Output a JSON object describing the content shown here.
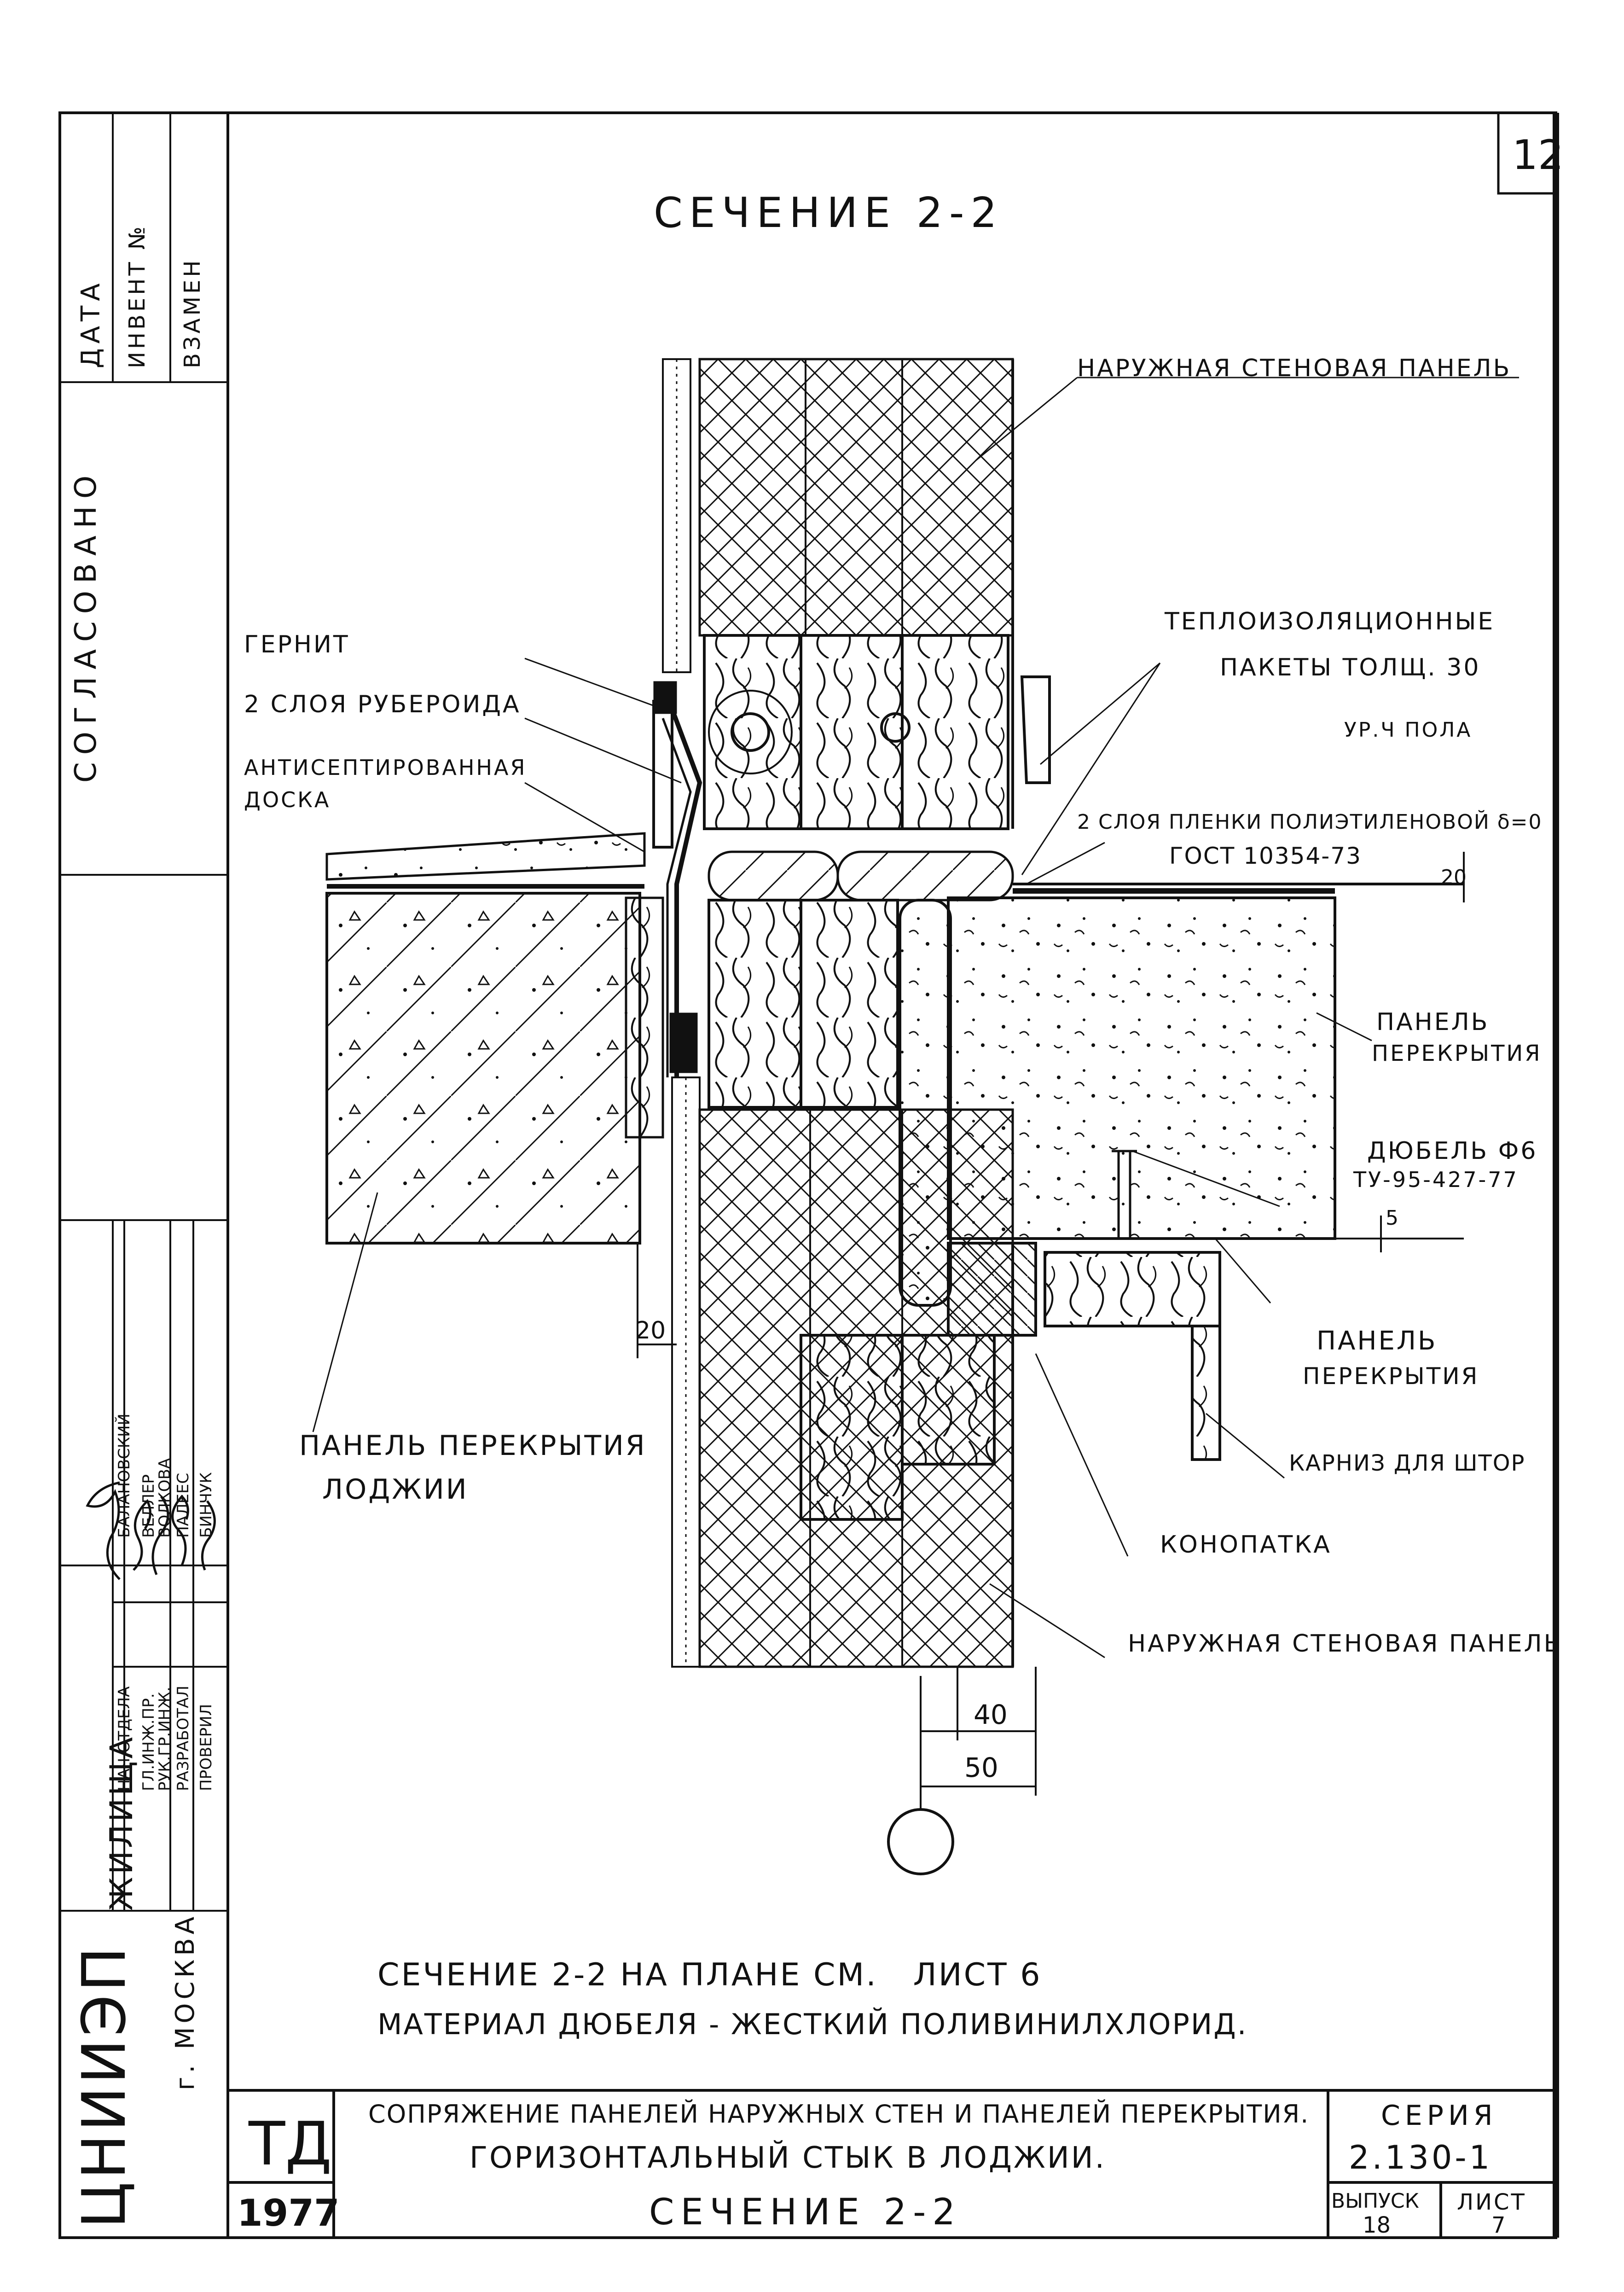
{
  "sheet": {
    "page_number": "12",
    "title": "СЕЧЕНИЕ 2-2"
  },
  "side_stamp": {
    "agreed": "СОГЛАСОВАНО",
    "date": "ДАТА",
    "inventory_no": "ИНВЕНТ №",
    "replaces": "ВЗАМЕН",
    "roles": [
      "НАЧ.ОТДЕЛА",
      "ГЛ.ИНЖ.ПР.",
      "РУК.ГР.ИНЖ.",
      "РАЗРАБОТАЛ",
      "ПРОВЕРИЛ"
    ],
    "names": [
      "БАЛАНОВСКИЙ",
      "ВЕЛЛЕР",
      "ВОЛКОВА",
      "ПАЛЕЕС",
      "БИНЧУК"
    ],
    "org": "ЦНИИЭП",
    "org_suffix": "ЖИЛИЩА",
    "city": "г. МОСКВА"
  },
  "labels": {
    "outer_wall_top": "НАРУЖНАЯ СТЕНОВАЯ ПАНЕЛЬ",
    "insulation_1": "ТЕПЛОИЗОЛЯЦИОННЫЕ",
    "insulation_2": "ПАКЕТЫ ТОЛЩ. 30",
    "floor_level": "УР.Ч ПОЛА",
    "gernit": "ГЕРНИТ",
    "roofing": "2 СЛОЯ РУБЕРОИДА",
    "board_1": "АНТИСЕПТИРОВАННАЯ",
    "board_2": "ДОСКА",
    "film_1": "2 СЛОЯ ПЛЕНКИ ПОЛИЭТИЛЕНОВОЙ δ=0",
    "film_2": "ГОСТ 10354-73",
    "slab_1a": "ПАНЕЛЬ",
    "slab_1b": "ПЕРЕКРЫТИЯ",
    "dowel_1": "ДЮБЕЛЬ Ф6",
    "dowel_2": "ТУ-95-427-77",
    "slab_2a": "ПАНЕЛЬ",
    "slab_2b": "ПЕРЕКРЫТИЯ",
    "curtain_rail": "КАРНИЗ ДЛЯ ШТОР",
    "caulk": "КОНОПАТКА",
    "outer_wall_bottom": "НАРУЖНАЯ СТЕНОВАЯ ПАНЕЛЬ",
    "loggia_slab_1": "ПАНЕЛЬ ПЕРЕКРЫТИЯ",
    "loggia_slab_2": "ЛОДЖИИ"
  },
  "dimensions": {
    "d20_right": "20",
    "d5": "5",
    "d20_left": "20",
    "d40": "40",
    "d50": "50"
  },
  "notes": {
    "line1": "СЕЧЕНИЕ 2-2 НА ПЛАНЕ СМ.   ЛИСТ 6",
    "line2": "МАТЕРИАЛ ДЮБЕЛЯ - ЖЕСТКИЙ ПОЛИВИНИЛХЛОРИД."
  },
  "title_block": {
    "td": "ТД",
    "year": "1977",
    "title_1": "СОПРЯЖЕНИЕ ПАНЕЛЕЙ НАРУЖНЫХ СТЕН И ПАНЕЛЕЙ ПЕРЕКРЫТИЯ.",
    "title_2": "ГОРИЗОНТАЛЬНЫЙ СТЫК В ЛОДЖИИ.",
    "title_3": "СЕЧЕНИЕ 2-2",
    "series_label": "СЕРИЯ",
    "series_value": "2.130-1",
    "issue_label": "ВЫПУСК",
    "issue_value": "18",
    "sheet_label": "ЛИСТ",
    "sheet_value": "7"
  }
}
